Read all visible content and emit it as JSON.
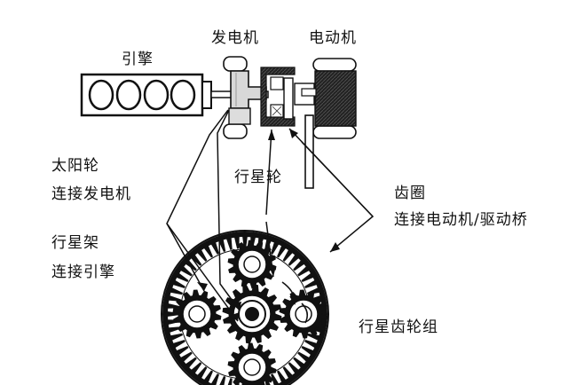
{
  "labels": {
    "engine": "引擎",
    "generator": "发电机",
    "motor": "电动机",
    "sun_gear_title": "太阳轮",
    "sun_gear_desc": "连接发电机",
    "planet_gear": "行星轮",
    "ring_gear_title": "齿圈",
    "ring_gear_desc": "连接电动机/驱动桥",
    "carrier_title": "行星架",
    "carrier_desc": "连接引擎",
    "planetary_set": "行星齿轮组"
  }
}
